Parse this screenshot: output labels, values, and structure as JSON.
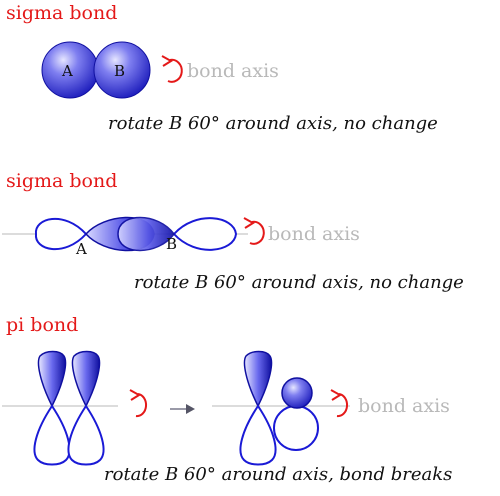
{
  "sections": [
    {
      "title": "sigma bond",
      "atom_a": "A",
      "atom_b": "B",
      "axis_label": "bond axis",
      "caption": "rotate B 60° around axis, no change"
    },
    {
      "title": "sigma bond",
      "atom_a": "A",
      "atom_b": "B",
      "axis_label": "bond axis",
      "caption": "rotate B 60° around axis, no change"
    },
    {
      "title": "pi bond",
      "axis_label": "bond axis",
      "caption": "rotate B 60° around axis, bond breaks"
    }
  ],
  "colors": {
    "title": "#e41919",
    "orbital": "#1a1ad6",
    "axis": "#b9b9b9",
    "rotation_arrow": "#e41919",
    "caption": "#111111"
  },
  "icons": [
    "rotation-arrow-icon",
    "transition-arrow-icon"
  ]
}
